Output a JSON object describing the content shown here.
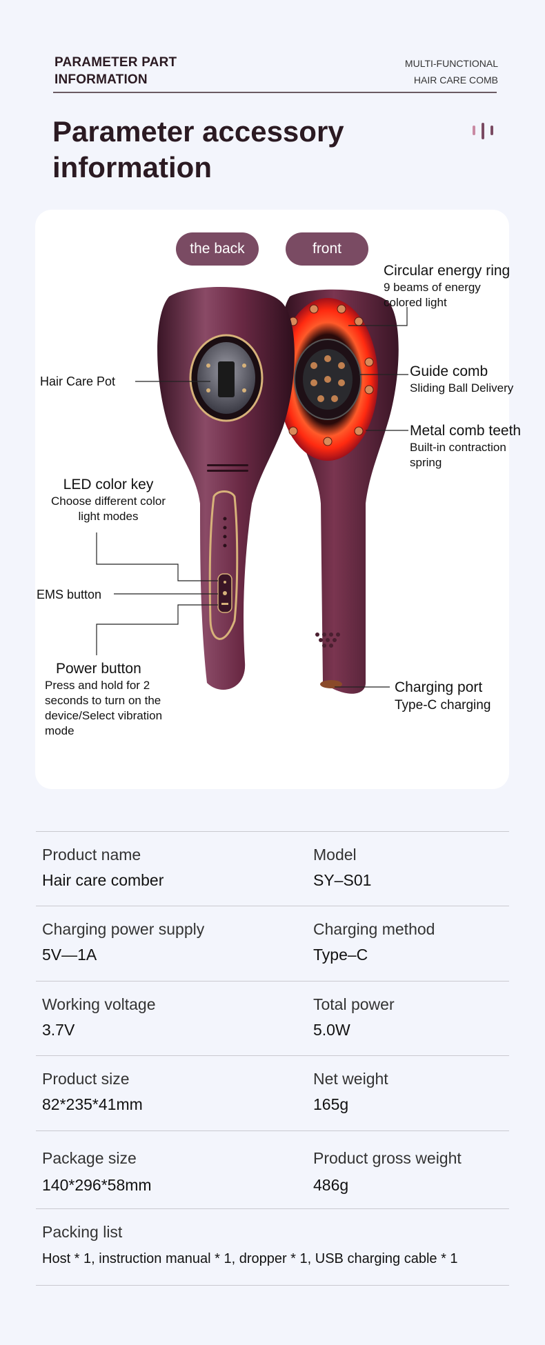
{
  "header": {
    "left_line1": "PARAMETER PART",
    "left_line2": "INFORMATION",
    "right_line1": "MULTI-FUNCTIONAL",
    "right_line2": "HAIR CARE COMB"
  },
  "title": {
    "line1": "Parameter accessory",
    "line2": "information"
  },
  "tabs": {
    "back": "the back",
    "front": "front"
  },
  "callouts": {
    "energy_ring": {
      "title": "Circular energy ring",
      "line1": "9 beams of energy",
      "line2": "colored light"
    },
    "guide_comb": {
      "title": "Guide comb",
      "line1": "Sliding Ball Delivery"
    },
    "metal_teeth": {
      "title": "Metal comb teeth",
      "line1": "Built-in contraction",
      "line2": "spring"
    },
    "charging_port": {
      "title": "Charging port",
      "line1": "Type-C charging"
    },
    "hair_care_pot": {
      "title": "Hair Care Pot"
    },
    "led_key": {
      "title": "LED color key",
      "line1": "Choose different color",
      "line2": "light modes"
    },
    "ems_button": {
      "title": "EMS button"
    },
    "power_button": {
      "title": "Power button",
      "line1": "Press and hold for 2",
      "line2": "seconds to turn on the",
      "line3": "device/Select vibration",
      "line4": "mode"
    }
  },
  "colors": {
    "device_body": "#6b2a45",
    "accent_pill": "#7a4b63",
    "ring_glow": "#ff3a1a",
    "gold_trim": "#d7b27a",
    "background": "#f3f5fc"
  },
  "specs": {
    "rows": [
      {
        "left_label": "Product name",
        "left_value": "Hair care comber",
        "right_label": "Model",
        "right_value": "SY–S01"
      },
      {
        "left_label": "Charging power supply",
        "left_value": "5V—1A",
        "right_label": "Charging method",
        "right_value": "Type–C"
      },
      {
        "left_label": "Working voltage",
        "left_value": "3.7V",
        "right_label": "Total power",
        "right_value": "5.0W"
      },
      {
        "left_label": "Product size",
        "left_value": "82*235*41mm",
        "right_label": "Net weight",
        "right_value": "165g"
      },
      {
        "left_label": "Package size",
        "left_value": "140*296*58mm",
        "right_label": "Product gross weight",
        "right_value": "486g"
      }
    ],
    "packing_label": "Packing list",
    "packing_value": "Host * 1, instruction manual * 1, dropper * 1, USB charging cable * 1"
  }
}
